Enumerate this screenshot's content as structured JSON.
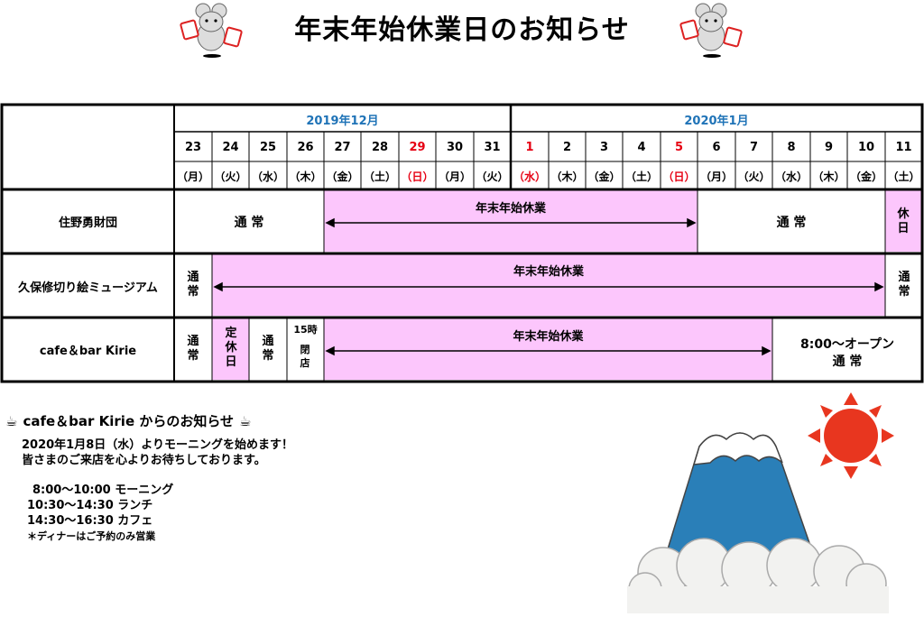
{
  "title": "年末年始休業日のお知らせ",
  "months": [
    "2019年12月",
    "2020年1月"
  ],
  "days": [
    {
      "d": "23",
      "w": "（月）",
      "red": false
    },
    {
      "d": "24",
      "w": "（火）",
      "red": false
    },
    {
      "d": "25",
      "w": "（水）",
      "red": false
    },
    {
      "d": "26",
      "w": "（木）",
      "red": false
    },
    {
      "d": "27",
      "w": "（金）",
      "red": false
    },
    {
      "d": "28",
      "w": "（土）",
      "red": false
    },
    {
      "d": "29",
      "w": "（日）",
      "red": true
    },
    {
      "d": "30",
      "w": "（月）",
      "red": false
    },
    {
      "d": "31",
      "w": "（火）",
      "red": false
    },
    {
      "d": "1",
      "w": "（水）",
      "red": true
    },
    {
      "d": "2",
      "w": "（木）",
      "red": false
    },
    {
      "d": "3",
      "w": "（金）",
      "red": false
    },
    {
      "d": "4",
      "w": "（土）",
      "red": false
    },
    {
      "d": "5",
      "w": "（日）",
      "red": true
    },
    {
      "d": "6",
      "w": "（月）",
      "red": false
    },
    {
      "d": "7",
      "w": "（火）",
      "red": false
    },
    {
      "d": "8",
      "w": "（水）",
      "red": false
    },
    {
      "d": "9",
      "w": "（木）",
      "red": false
    },
    {
      "d": "10",
      "w": "（金）",
      "red": false
    },
    {
      "d": "11",
      "w": "（土）",
      "red": false
    }
  ],
  "rows": [
    {
      "name": "住野勇財団",
      "normal": "通 常",
      "holiday": "年末年始休業",
      "closed_v": "休日"
    },
    {
      "name": "久保修切り絵ミュージアム",
      "normal_v": "通常",
      "holiday": "年末年始休業"
    },
    {
      "name": "cafe＆bar Kirie",
      "normal_v": "通常",
      "closed_v": "定休日",
      "early_close_top": "15時",
      "early_close_v": "閉店",
      "holiday": "年末年始休業",
      "open_label": "8:00～オープン",
      "open_normal": "通 常"
    }
  ],
  "info": {
    "heading": "cafe＆bar Kirie からのお知らせ",
    "line1": "2020年1月8日（水）よりモーニングを始めます！",
    "line2": "皆さまのご来店を心よりお待ちしております。",
    "schedule": [
      "8:00～10:00 モーニング",
      "10:30～14:30 ランチ",
      "14:30～16:30 カフェ"
    ],
    "note": "＊ディナーはご予約のみ営業"
  },
  "colors": {
    "holiday_fill": "#fcc6fc",
    "sunday_red": "#e60012",
    "month_blue": "#1f73b7",
    "sun": "#e8361f",
    "mountain": "#2a7fb8"
  }
}
